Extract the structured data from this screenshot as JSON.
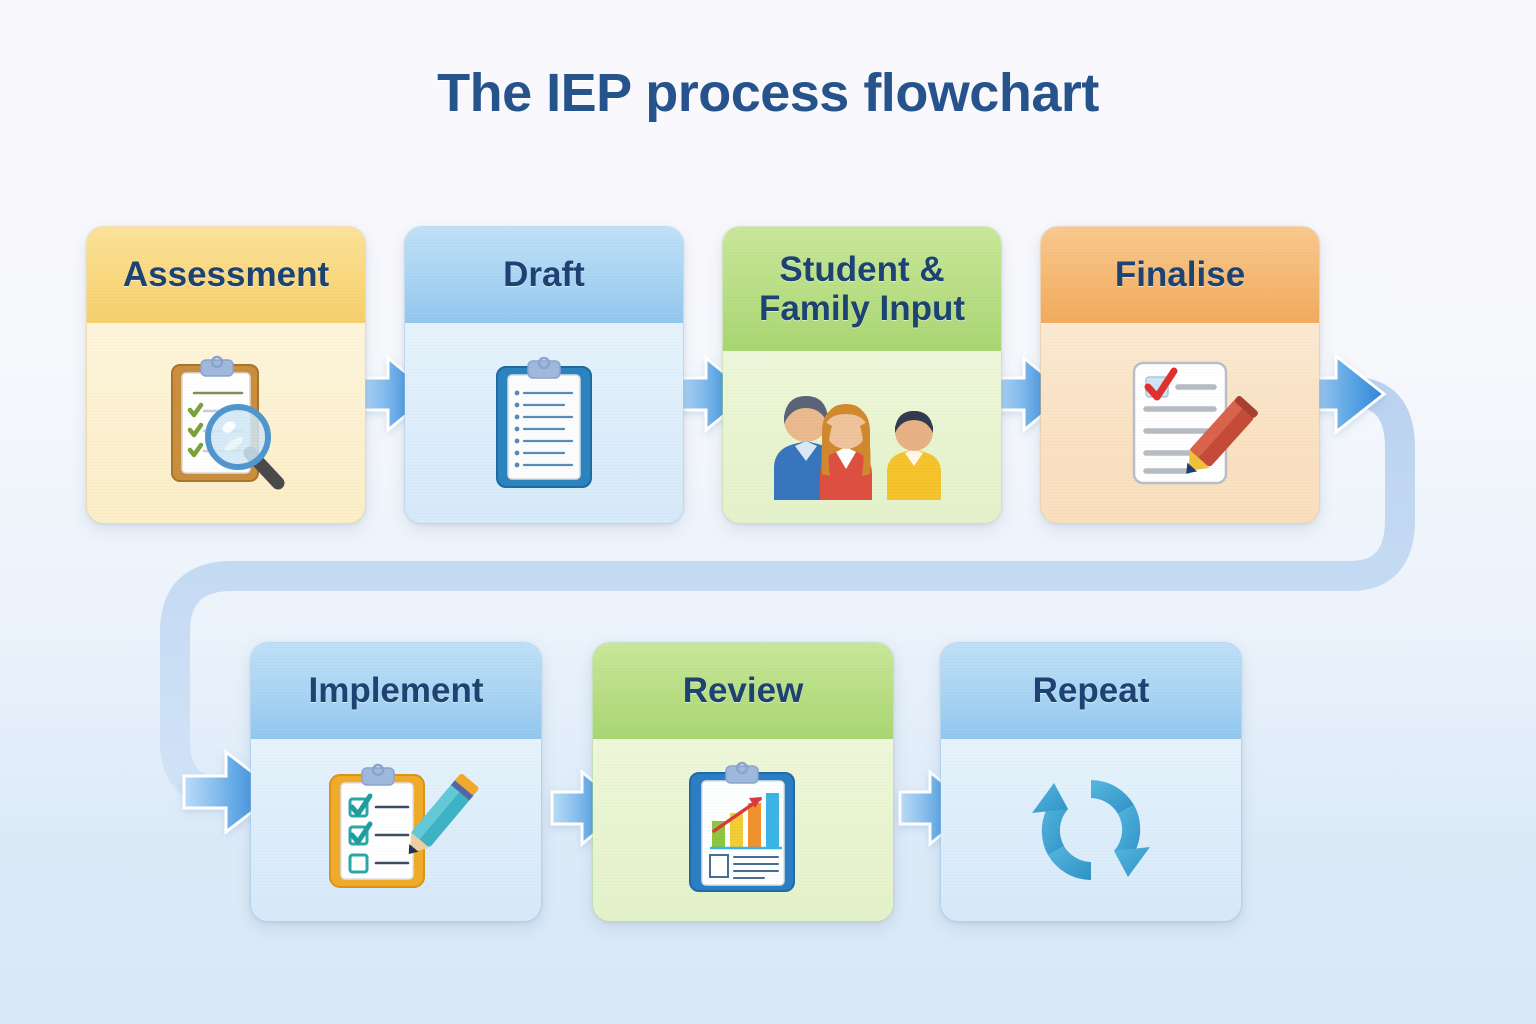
{
  "page": {
    "title": "The IEP process flowchart",
    "background_top": "#f9f8fd",
    "background_bottom": "#d8e8f7",
    "title_color": "#27538c"
  },
  "flow": {
    "connector_color": "#a8c8ec",
    "arrow_color": "#3d92e0",
    "row1": [
      {
        "id": "assessment",
        "label": "Assessment",
        "icon": "clipboard-magnifier-icon",
        "theme": "yellow",
        "header_color": "#f9d87f",
        "body_color": "#fcf0cf"
      },
      {
        "id": "draft",
        "label": "Draft",
        "icon": "clipboard-document-icon",
        "theme": "blue",
        "header_color": "#a9d4f3",
        "body_color": "#dcecfa"
      },
      {
        "id": "student-family-input",
        "label": "Student &\nFamily Input",
        "label_line1": "Student &",
        "label_line2": "Family Input",
        "icon": "family-group-icon",
        "theme": "green",
        "header_color": "#b8de84",
        "body_color": "#e7f4cf"
      },
      {
        "id": "finalise",
        "label": "Finalise",
        "icon": "document-pencil-check-icon",
        "theme": "orange",
        "header_color": "#f5b873",
        "body_color": "#fae1c2"
      }
    ],
    "row2": [
      {
        "id": "implement",
        "label": "Implement",
        "icon": "checklist-pencil-icon",
        "theme": "blue",
        "header_color": "#a9d4f3",
        "body_color": "#dcecfa"
      },
      {
        "id": "review",
        "label": "Review",
        "icon": "clipboard-bar-chart-icon",
        "theme": "green",
        "header_color": "#b8de84",
        "body_color": "#e7f4cf"
      },
      {
        "id": "repeat",
        "label": "Repeat",
        "icon": "cycle-arrows-icon",
        "theme": "blue",
        "header_color": "#a9d4f3",
        "body_color": "#dcecfa"
      }
    ]
  },
  "chart_data": {
    "type": "diagram",
    "title": "The IEP process flowchart",
    "nodes": [
      "Assessment",
      "Draft",
      "Student & Family Input",
      "Finalise",
      "Implement",
      "Review",
      "Repeat"
    ],
    "edges": [
      [
        "Assessment",
        "Draft"
      ],
      [
        "Draft",
        "Student & Family Input"
      ],
      [
        "Student & Family Input",
        "Finalise"
      ],
      [
        "Finalise",
        "Implement"
      ],
      [
        "Implement",
        "Review"
      ],
      [
        "Review",
        "Repeat"
      ]
    ]
  }
}
